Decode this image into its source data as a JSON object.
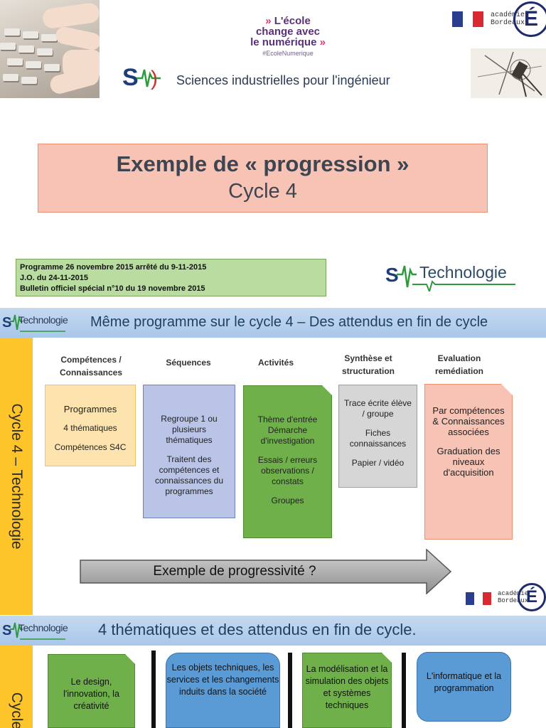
{
  "header": {
    "campaign": {
      "line1": "L'école",
      "line2": "change avec",
      "line3": "le numérique",
      "hashtag": "#EcoleNumerique"
    },
    "academy": {
      "line1": "académie",
      "line2": "Bordeaux",
      "letter": "É"
    },
    "sii_title": "Sciences industrielles pour l'ingénieur"
  },
  "title": {
    "main": "Exemple de « progression »",
    "sub": "Cycle 4"
  },
  "programme": {
    "line1": "Programme 26 novembre 2015 arrêté du 9-11-2015",
    "line2": "J.O. du 24-11-2015",
    "line3": "Bulletin officiel spécial n°10 du 19 novembre 2015"
  },
  "tech_logo": "Technologie",
  "slide2": {
    "band_title": "Même programme sur le cycle 4 – Des attendus en fin de cycle",
    "side_label": "Cycle 4 – Technologie",
    "columns": [
      {
        "line1": "Compétences /",
        "line2": "Connaissances"
      },
      {
        "line1": "Séquences",
        "line2": ""
      },
      {
        "line1": "Activités",
        "line2": ""
      },
      {
        "line1": "Synthèse et",
        "line2": "structuration"
      },
      {
        "line1": "Evaluation",
        "line2": "remédiation"
      }
    ],
    "cards": {
      "c1": [
        "Programmes",
        "4 thématiques",
        "Compétences S4C"
      ],
      "c2": [
        "Regroupe 1 ou plusieurs thématiques",
        "Traitent des compétences et connaissances du programmes"
      ],
      "c3": [
        "Thème d'entrée Démarche d'investigation",
        "Essais / erreurs observations / constats",
        "Groupes"
      ],
      "c4": [
        "Trace écrite élève / groupe",
        "Fiches connaissances",
        "Papier / vidéo"
      ],
      "c5": [
        "Par compétences & Connaissances associées",
        "Graduation des niveaux d'acquisition"
      ]
    },
    "arrow_label": "Exemple de progressivité ?"
  },
  "slide3": {
    "band_title": "4 thématiques et des attendus en fin de cycle.",
    "side_label": "Cycle",
    "themes": [
      "Le design, l'innovation, la créativité",
      "Les objets techniques, les services et les changements induits dans la société",
      "La modélisation et la simulation des objets et systèmes techniques",
      "L'informatique et la programmation"
    ]
  },
  "colors": {
    "title_fill": "#f7c3b4",
    "band": "#a9c7ea",
    "side": "#fdc52a",
    "green": "#6fb04a",
    "blue": "#5b9bd5",
    "lavender": "#b9c4e6",
    "grey": "#d6d6d6"
  }
}
